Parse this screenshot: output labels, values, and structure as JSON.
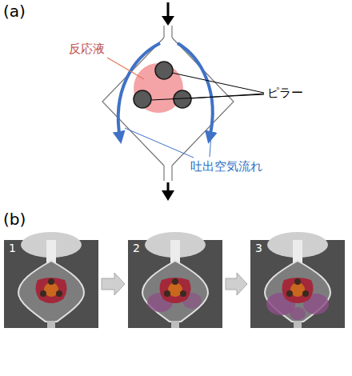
{
  "diagram": {
    "nodes": [
      {
        "text": [
          "1"
        ]
      },
      {
        "text": [
          "2"
        ]
      },
      {
        "text": [
          "3"
        ]
      }
    ],
    "edges": [
      {
        "from": 0,
        "to": 1,
        "arrow": "to"
      },
      {
        "from": 1,
        "to": 2,
        "arrow": "to"
      }
    ],
    "labels": [
      "(a)",
      "反応液",
      "ピラー",
      "吐出空気流れ",
      "(b)"
    ]
  }
}
